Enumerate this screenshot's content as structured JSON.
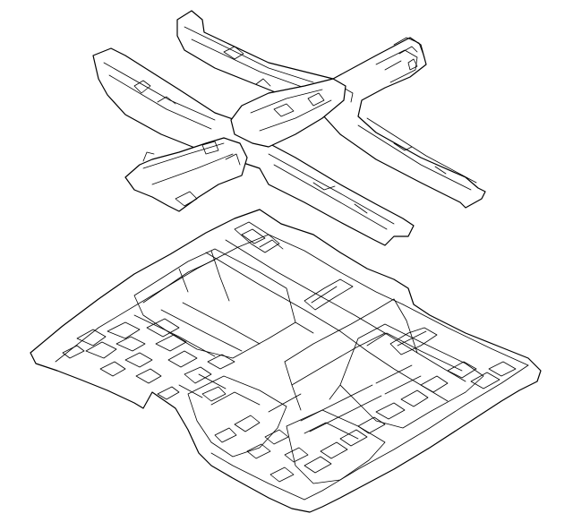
{
  "diagram": {
    "kind": "exploded-parts-illustration",
    "parts": [
      {
        "id": "crossmember-frame",
        "icon": "crossmember-frame-drawing"
      },
      {
        "id": "floor-pan",
        "icon": "floor-pan-drawing"
      }
    ],
    "colors": {
      "background": "#ffffff",
      "line": "#000000"
    }
  }
}
